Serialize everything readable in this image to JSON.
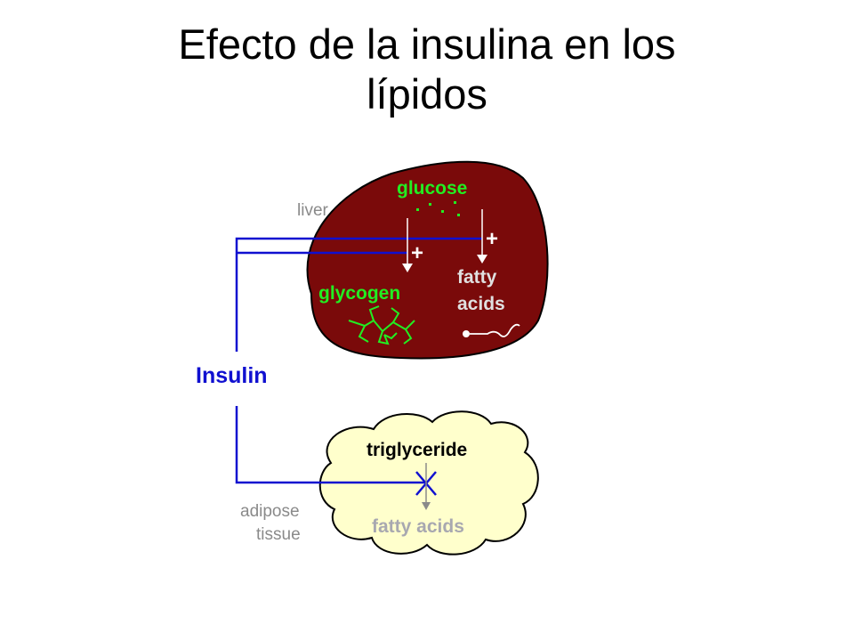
{
  "slide": {
    "title_line1": "Efecto de la insulina en los",
    "title_line2": "lípidos"
  },
  "diagram": {
    "liver_label": "liver",
    "glucose_label": "glucose",
    "plus_sign": "+",
    "glycogen_label": "glycogen",
    "fatty_label": "fatty",
    "acids_label": "acids",
    "insulin_label": "Insulin",
    "triglyceride_label": "triglyceride",
    "fatty_acids_label": "fatty acids",
    "adipose_label": "adipose",
    "tissue_label": "tissue",
    "colors": {
      "liver_fill": "#7a0a0a",
      "adipose_fill": "#ffffcc",
      "insulin_blue": "#1010d0",
      "green_text": "#22ee22",
      "gray_text": "#8a8a8a",
      "white": "#ffffff",
      "black": "#000000"
    }
  }
}
